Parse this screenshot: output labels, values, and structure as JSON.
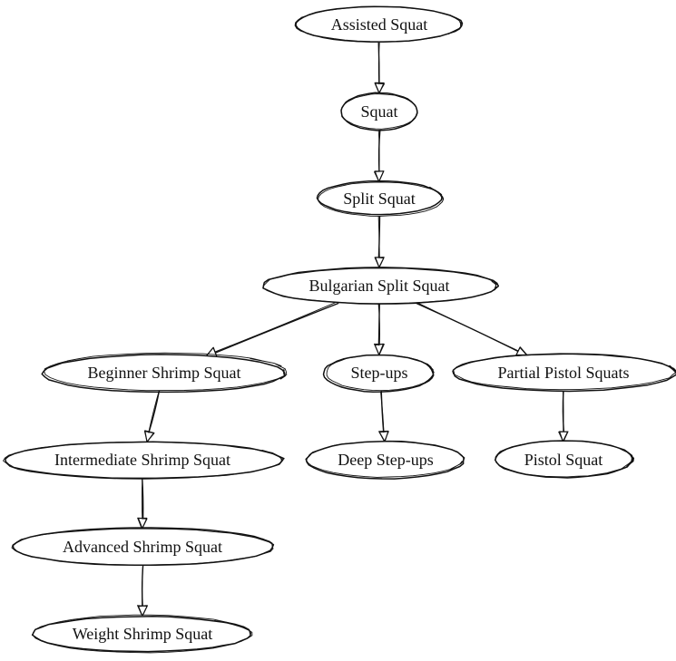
{
  "nodes": [
    {
      "id": "assisted-squat",
      "label": "Assisted Squat"
    },
    {
      "id": "squat",
      "label": "Squat"
    },
    {
      "id": "split-squat",
      "label": "Split Squat"
    },
    {
      "id": "bulgarian-split-squat",
      "label": "Bulgarian Split Squat"
    },
    {
      "id": "beginner-shrimp-squat",
      "label": "Beginner Shrimp Squat"
    },
    {
      "id": "step-ups",
      "label": "Step-ups"
    },
    {
      "id": "partial-pistol-squats",
      "label": "Partial Pistol Squats"
    },
    {
      "id": "intermediate-shrimp-squat",
      "label": "Intermediate Shrimp Squat"
    },
    {
      "id": "deep-step-ups",
      "label": "Deep Step-ups"
    },
    {
      "id": "pistol-squat",
      "label": "Pistol Squat"
    },
    {
      "id": "advanced-shrimp-squat",
      "label": "Advanced Shrimp Squat"
    },
    {
      "id": "weight-shrimp-squat",
      "label": "Weight Shrimp Squat"
    }
  ],
  "edges": [
    {
      "from": "assisted-squat",
      "to": "squat"
    },
    {
      "from": "squat",
      "to": "split-squat"
    },
    {
      "from": "split-squat",
      "to": "bulgarian-split-squat"
    },
    {
      "from": "bulgarian-split-squat",
      "to": "beginner-shrimp-squat"
    },
    {
      "from": "bulgarian-split-squat",
      "to": "step-ups"
    },
    {
      "from": "bulgarian-split-squat",
      "to": "partial-pistol-squats"
    },
    {
      "from": "beginner-shrimp-squat",
      "to": "intermediate-shrimp-squat"
    },
    {
      "from": "step-ups",
      "to": "deep-step-ups"
    },
    {
      "from": "partial-pistol-squats",
      "to": "pistol-squat"
    },
    {
      "from": "intermediate-shrimp-squat",
      "to": "advanced-shrimp-squat"
    },
    {
      "from": "advanced-shrimp-squat",
      "to": "weight-shrimp-squat"
    }
  ]
}
